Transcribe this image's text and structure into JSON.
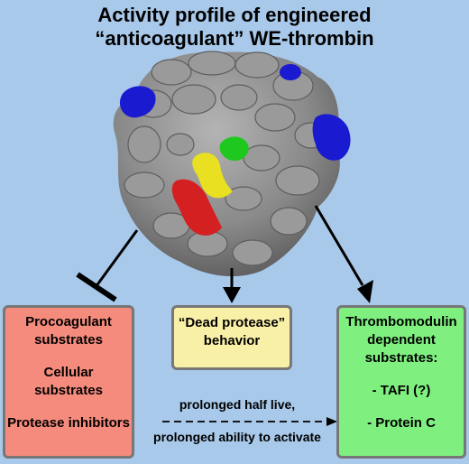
{
  "title": {
    "line1": "Activity profile of engineered",
    "line2": "“anticoagulant” WE-thrombin"
  },
  "boxes": {
    "procoagulant": {
      "line1": "Procoagulant",
      "line2": "substrates",
      "line3": "Cellular",
      "line4": "substrates",
      "line5": "Protease inhibitors"
    },
    "dead_protease": {
      "line1": "“Dead protease”",
      "line2": "behavior"
    },
    "thrombomodulin": {
      "line1": "Thrombomodulin",
      "line2": "dependent",
      "line3": "substrates:",
      "line4": "- TAFI (?)",
      "line5": "- Protein C"
    }
  },
  "annotation": {
    "line1": "prolonged half live,",
    "line2": "prolonged ability to activate"
  },
  "colors": {
    "background": "#a9c9ea",
    "protein_surface": "#8a8a8a",
    "site_blue": "#1a1ad0",
    "site_green": "#1ec81e",
    "site_yellow": "#e8e020",
    "site_red": "#d42020",
    "box_red": "#f58b7d",
    "box_yellow": "#f9f0a8",
    "box_green": "#7ff07f"
  }
}
